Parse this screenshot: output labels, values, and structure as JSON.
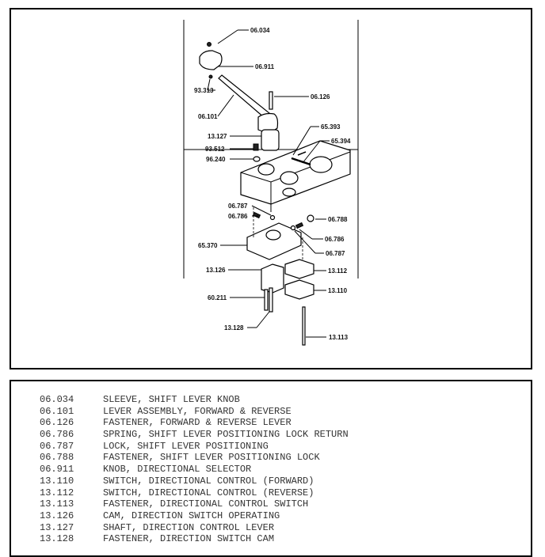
{
  "diagram": {
    "callouts": [
      "06.034",
      "06.911",
      "93.313",
      "06.126",
      "06.101",
      "13.127",
      "65.393",
      "65.394",
      "93.512",
      "96.240",
      "06.787",
      "06.786",
      "06.788",
      "06.786",
      "06.787",
      "65.370",
      "13.126",
      "13.112",
      "13.110",
      "60.211",
      "13.128",
      "13.113"
    ]
  },
  "parts": [
    {
      "number": "06.034",
      "description": "SLEEVE, SHIFT LEVER KNOB"
    },
    {
      "number": "06.101",
      "description": "LEVER ASSEMBLY, FORWARD & REVERSE"
    },
    {
      "number": "06.126",
      "description": "FASTENER, FORWARD & REVERSE LEVER"
    },
    {
      "number": "06.786",
      "description": "SPRING, SHIFT LEVER POSITIONING LOCK RETURN"
    },
    {
      "number": "06.787",
      "description": "LOCK, SHIFT LEVER POSITIONING"
    },
    {
      "number": "06.788",
      "description": "FASTENER, SHIFT LEVER POSITIONING LOCK"
    },
    {
      "number": "06.911",
      "description": "KNOB, DIRECTIONAL SELECTOR"
    },
    {
      "number": "13.110",
      "description": "SWITCH, DIRECTIONAL CONTROL (FORWARD)"
    },
    {
      "number": "13.112",
      "description": "SWITCH, DIRECTIONAL CONTROL (REVERSE)"
    },
    {
      "number": "13.113",
      "description": "FASTENER, DIRECTIONAL CONTROL SWITCH"
    },
    {
      "number": "13.126",
      "description": "CAM, DIRECTION SWITCH OPERATING"
    },
    {
      "number": "13.127",
      "description": "SHAFT, DIRECTION CONTROL LEVER"
    },
    {
      "number": "13.128",
      "description": "FASTENER, DIRECTION SWITCH CAM"
    }
  ]
}
